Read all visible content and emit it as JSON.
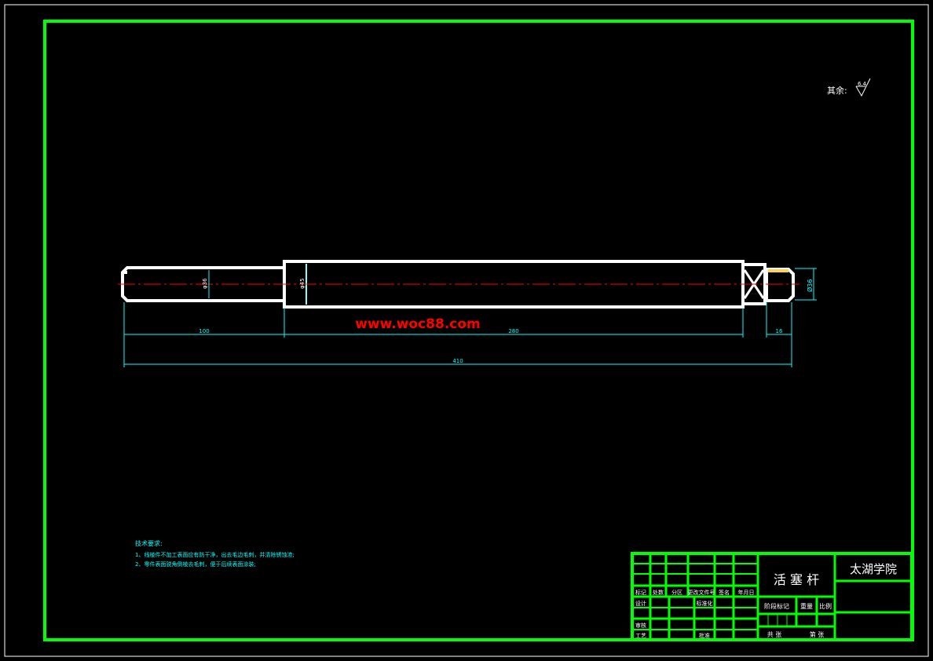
{
  "roughness": {
    "label": "其余:",
    "value": "6.4"
  },
  "watermark": "www.woc88.com",
  "part": {
    "diameters": {
      "left": "φ36",
      "middle": "φ45",
      "right": "Ø36"
    },
    "dimensions": {
      "left_length": "100",
      "middle_length": "280",
      "right_length": "16",
      "total_length": "410"
    }
  },
  "tech_requirements": {
    "title": "技术要求:",
    "items": [
      "1、线棱件不加工表面应有防干净，出去毛边毛刺，并清除锈蚀渣;",
      "2、零件表面锐角倒棱去毛刺，便于后续表面涂装;"
    ]
  },
  "title_block": {
    "part_name": "活 塞 杆",
    "school": "太湖学院",
    "header_labels": [
      "标记",
      "处数",
      "分区",
      "更改文件号",
      "签名",
      "年月日"
    ],
    "row_labels": {
      "design": "设计",
      "standard": "标准化",
      "review": "审核",
      "process": "工艺",
      "approve": "批准"
    },
    "stage_labels": [
      "阶段标记",
      "重量",
      "比例"
    ],
    "sheet_labels": {
      "total": "共 张",
      "page": "第 张"
    }
  },
  "colors": {
    "frame": "#00ff00",
    "dimension": "#00ffff",
    "outline": "#ffffff",
    "centerline": "#ff0000",
    "watermark": "#ff0000",
    "text": "#ffffff",
    "accent_fill": "#ffd34d"
  }
}
